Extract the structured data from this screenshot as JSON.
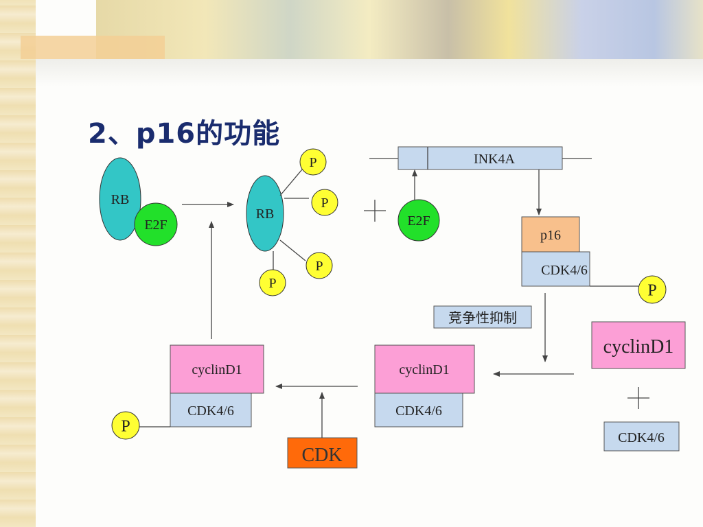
{
  "title": "2、p16的功能",
  "labels": {
    "rb": "RB",
    "e2f": "E2F",
    "p": "P",
    "ink4a": "INK4A",
    "p16": "p16",
    "cdk46": "CDK4/6",
    "cyclind1": "cyclinD1",
    "cdk": "CDK",
    "competitive_inhibition": "竞争性抑制",
    "plus": "+"
  },
  "colors": {
    "rb": "#33c6c6",
    "e2f": "#22e02a",
    "phosphate": "#ffff33",
    "gene": "#c6d9ee",
    "p16": "#f8c08c",
    "cyclin": "#fc9fd6",
    "cdk": "#ff6a0a",
    "title": "#1a2c6e",
    "line": "#444444"
  }
}
